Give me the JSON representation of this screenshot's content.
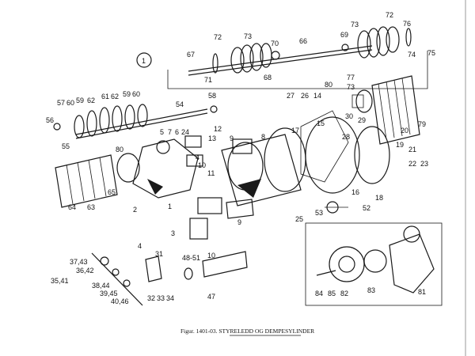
{
  "figure": {
    "caption": "Figur. 1401-03. STYRELEDD OG DEMPESYLINDER",
    "section_marker": "1"
  },
  "callouts": [
    {
      "id": "c72a",
      "text": "72"
    },
    {
      "id": "c73a",
      "text": "73"
    },
    {
      "id": "c70",
      "text": "70"
    },
    {
      "id": "c66",
      "text": "66"
    },
    {
      "id": "c69",
      "text": "69"
    },
    {
      "id": "c73b",
      "text": "73"
    },
    {
      "id": "c72b",
      "text": "72"
    },
    {
      "id": "c76",
      "text": "76"
    },
    {
      "id": "c67",
      "text": "67"
    },
    {
      "id": "c71",
      "text": "71"
    },
    {
      "id": "c68",
      "text": "68"
    },
    {
      "id": "c74",
      "text": "74"
    },
    {
      "id": "c75",
      "text": "75"
    },
    {
      "id": "c77",
      "text": "77"
    },
    {
      "id": "c73c",
      "text": "73"
    },
    {
      "id": "c80a",
      "text": "80"
    },
    {
      "id": "c27",
      "text": "27"
    },
    {
      "id": "c26",
      "text": "26"
    },
    {
      "id": "c14",
      "text": "14"
    },
    {
      "id": "c57",
      "text": "57"
    },
    {
      "id": "c60a",
      "text": "60"
    },
    {
      "id": "c59a",
      "text": "59"
    },
    {
      "id": "c62a",
      "text": "62"
    },
    {
      "id": "c61",
      "text": "61"
    },
    {
      "id": "c62b",
      "text": "62"
    },
    {
      "id": "c59b",
      "text": "59"
    },
    {
      "id": "c60b",
      "text": "60"
    },
    {
      "id": "c54",
      "text": "54"
    },
    {
      "id": "c58",
      "text": "58"
    },
    {
      "id": "c56",
      "text": "56"
    },
    {
      "id": "c55",
      "text": "55"
    },
    {
      "id": "c79",
      "text": "79"
    },
    {
      "id": "c30",
      "text": "30"
    },
    {
      "id": "c29",
      "text": "29"
    },
    {
      "id": "c15",
      "text": "15"
    },
    {
      "id": "c20",
      "text": "20"
    },
    {
      "id": "c19",
      "text": "19"
    },
    {
      "id": "c21",
      "text": "21"
    },
    {
      "id": "c5",
      "text": "5"
    },
    {
      "id": "c7",
      "text": "7"
    },
    {
      "id": "c6",
      "text": "6"
    },
    {
      "id": "c24",
      "text": "24"
    },
    {
      "id": "c12",
      "text": "12"
    },
    {
      "id": "c13",
      "text": "13"
    },
    {
      "id": "c9a",
      "text": "9"
    },
    {
      "id": "c8",
      "text": "8"
    },
    {
      "id": "c17",
      "text": "17"
    },
    {
      "id": "c28",
      "text": "28"
    },
    {
      "id": "c22",
      "text": "22"
    },
    {
      "id": "c23",
      "text": "23"
    },
    {
      "id": "c80b",
      "text": "80"
    },
    {
      "id": "c4a",
      "text": "4"
    },
    {
      "id": "c10a",
      "text": "10"
    },
    {
      "id": "c11",
      "text": "11"
    },
    {
      "id": "c65",
      "text": "65"
    },
    {
      "id": "c16",
      "text": "16"
    },
    {
      "id": "c18",
      "text": "18"
    },
    {
      "id": "c64",
      "text": "64"
    },
    {
      "id": "c63",
      "text": "63"
    },
    {
      "id": "c2",
      "text": "2"
    },
    {
      "id": "c1",
      "text": "1"
    },
    {
      "id": "c9b",
      "text": "9"
    },
    {
      "id": "c25",
      "text": "25"
    },
    {
      "id": "c53",
      "text": "53"
    },
    {
      "id": "c52",
      "text": "52"
    },
    {
      "id": "c3",
      "text": "3"
    },
    {
      "id": "c4b",
      "text": "4"
    },
    {
      "id": "c31",
      "text": "31"
    },
    {
      "id": "c48_51",
      "text": "48-51"
    },
    {
      "id": "c10b",
      "text": "10"
    },
    {
      "id": "c37_43",
      "text": "37,43"
    },
    {
      "id": "c36_42",
      "text": "36,42"
    },
    {
      "id": "c35_41",
      "text": "35,41"
    },
    {
      "id": "c38_44",
      "text": "38,44"
    },
    {
      "id": "c39_45",
      "text": "39,45"
    },
    {
      "id": "c40_46",
      "text": "40,46"
    },
    {
      "id": "c32",
      "text": "32"
    },
    {
      "id": "c33",
      "text": "33"
    },
    {
      "id": "c34",
      "text": "34"
    },
    {
      "id": "c47",
      "text": "47"
    },
    {
      "id": "c84",
      "text": "84"
    },
    {
      "id": "c85",
      "text": "85"
    },
    {
      "id": "c82",
      "text": "82"
    },
    {
      "id": "c83",
      "text": "83"
    },
    {
      "id": "c81",
      "text": "81"
    }
  ]
}
